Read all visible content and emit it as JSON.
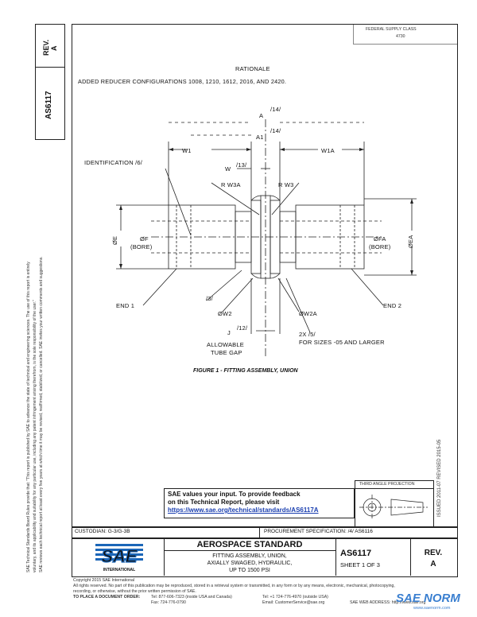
{
  "corner_stamp": [
    "FEDERAL SUPPLY CLASS",
    "4730"
  ],
  "left_header": {
    "rev_label": "REV.",
    "rev_value": "A",
    "doc_number": "AS6117"
  },
  "left_margin_text": {
    "line1": "SAE Technical Standards Board Rules provide that: \"This report is published by SAE to advance the state of technical and engineering sciences. The use of this report is entirely",
    "line2": "voluntary, and its applicability and suitability for any particular use, including any patent infringement arising therefrom, is the sole responsibility of the user.\"",
    "line3": "SAE reviews each technical report at least every five years at which time it may be revised, reaffirmed, stabilized, or cancelled. SAE invites your written comments and suggestions."
  },
  "right_margin_stamp": "ISSUED 2011-07   REVISED 2015-05",
  "rationale": {
    "title": "RATIONALE",
    "text": "ADDED REDUCER CONFIGURATIONS 1008, 1210, 1612, 2016, AND 2420."
  },
  "drawing": {
    "labels": {
      "A": "A",
      "A_note": "/14/",
      "A1": "A1",
      "A1_note": "/14/",
      "W1": "W1",
      "W1A": "W1A",
      "W": "W",
      "W_note": "/13/",
      "identification": "IDENTIFICATION /6/",
      "RW3A": "R W3A",
      "RW3": "R W3",
      "phiE": "ØE",
      "phiF": "ØF",
      "bore_left": "(BORE)",
      "phiFA": "ØFA",
      "bore_right": "(BORE)",
      "phiEA": "ØEA",
      "end1": "END 1",
      "end2": "END 2",
      "note3": "/3/",
      "phiW2": "ØW2",
      "phiW2A": "ØW2A",
      "J": "J",
      "J_note": "/12/",
      "tube_gap_1": "ALLOWABLE",
      "tube_gap_2": "TUBE GAP",
      "note_2x": "2X /5/",
      "note_sizes": "FOR SIZES -05 AND LARGER"
    },
    "caption": "FIGURE 1 - FITTING ASSEMBLY, UNION"
  },
  "feedback": {
    "line1": "SAE values your input. To provide feedback",
    "line2": "on this Technical Report, please visit",
    "url": "https://www.sae.org/technical/standards/AS6117A"
  },
  "projection_label": "THIRD ANGLE PROJECTION",
  "custodian": "CUSTODIAN: G-3/G-3B",
  "procurement": "PROCUREMENT SPECIFICATION: /4/ AS6116",
  "title_block": {
    "logo_text": "SAE",
    "logo_sub": "INTERNATIONAL",
    "heading": "AEROSPACE STANDARD",
    "line1": "FITTING ASSEMBLY, UNION,",
    "line2": "AXIALLY SWAGED, HYDRAULIC,",
    "line3": "UP TO 1500 PSI",
    "doc_number": "AS6117",
    "sheet": "SHEET 1 OF 3",
    "rev_label": "REV.",
    "rev_value": "A"
  },
  "footer": {
    "copyright": "Copyright 2015 SAE International",
    "rights1": "All rights reserved. No part of this publication may be reproduced, stored in a retrieval system or transmitted, in any form or by any means, electronic, mechanical, photocopying,",
    "rights2": "recording, or otherwise, without the prior written permission of SAE.",
    "order_label": "TO PLACE A DOCUMENT ORDER:",
    "tel1": "Tel:  877-606-7323 (inside USA and Canada)",
    "fax": "Fax:  724-776-0790",
    "tel2": "Tel:  +1 724-776-4970 (outside USA)",
    "email": "Email: CustomerService@sae.org",
    "web": "SAE WEB ADDRESS: http://www.sae.org"
  },
  "watermark": {
    "text": "SAE NORM",
    "url": "www.saenorm.com"
  },
  "colors": {
    "line": "#222222",
    "link": "#1a3fb0",
    "logo_blue": "#1b66b8",
    "watermark_blue": "#3a7fd0"
  }
}
